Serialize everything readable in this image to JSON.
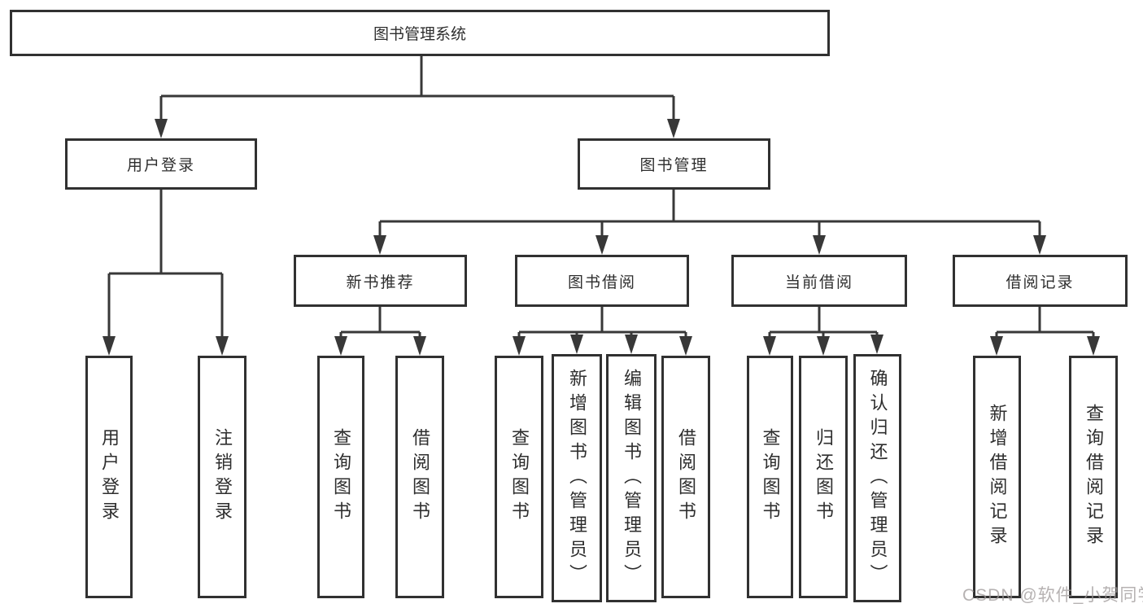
{
  "nodes": {
    "root": "图书管理系统",
    "user_login": "用户登录",
    "book_management": "图书管理",
    "new_book_recommend": "新书推荐",
    "book_borrow": "图书借阅",
    "current_borrow": "当前借阅",
    "borrow_records": "借阅记录",
    "leaf_user_login": "用户登录",
    "leaf_logout": "注销登录",
    "leaf_nb_query": "查询图书",
    "leaf_nb_borrow": "借阅图书",
    "leaf_bb_query": "查询图书",
    "leaf_bb_add": "新增图书（管理员）",
    "leaf_bb_edit": "编辑图书（管理员）",
    "leaf_bb_borrow": "借阅图书",
    "leaf_cb_query": "查询图书",
    "leaf_cb_return": "归还图书",
    "leaf_cb_confirm": "确认归还（管理员）",
    "leaf_br_add": "新增借阅记录",
    "leaf_br_query": "查询借阅记录"
  },
  "watermark": "CSDN @软件_小贺同学",
  "colors": {
    "line": "#383838",
    "box_border": "#313131",
    "text": "#2e2e2e",
    "background": "#ffffff",
    "watermark": "#9e9898"
  }
}
